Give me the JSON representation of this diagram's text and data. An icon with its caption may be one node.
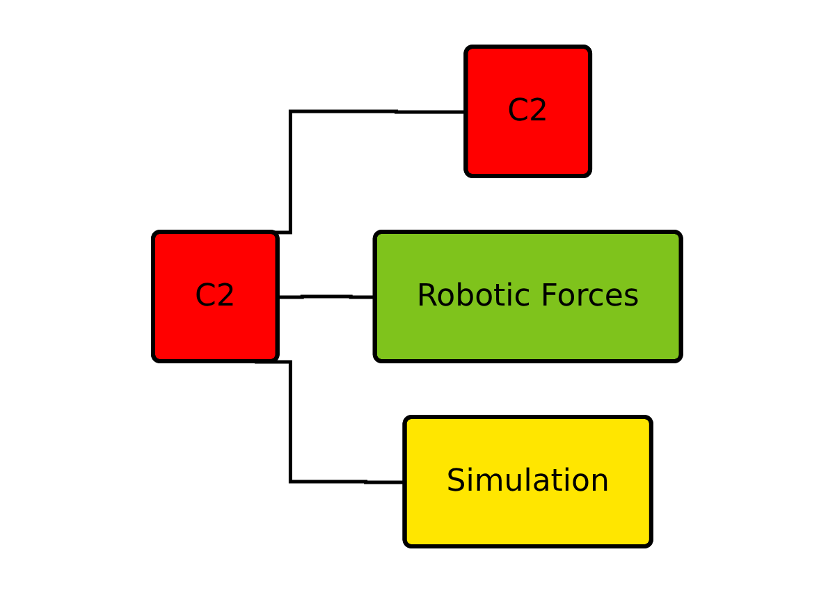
{
  "diagram": {
    "nodes": [
      {
        "text": [
          "C2"
        ]
      },
      {
        "text": [
          "C2"
        ]
      },
      {
        "text": [
          "Robotic Forces"
        ]
      },
      {
        "text": [
          "Simulation"
        ]
      }
    ],
    "edges": [
      {
        "from": 0,
        "to": 1,
        "arrow": "none"
      },
      {
        "from": 0,
        "to": 2,
        "arrow": "none"
      },
      {
        "from": 0,
        "to": 3,
        "arrow": "none"
      }
    ]
  }
}
